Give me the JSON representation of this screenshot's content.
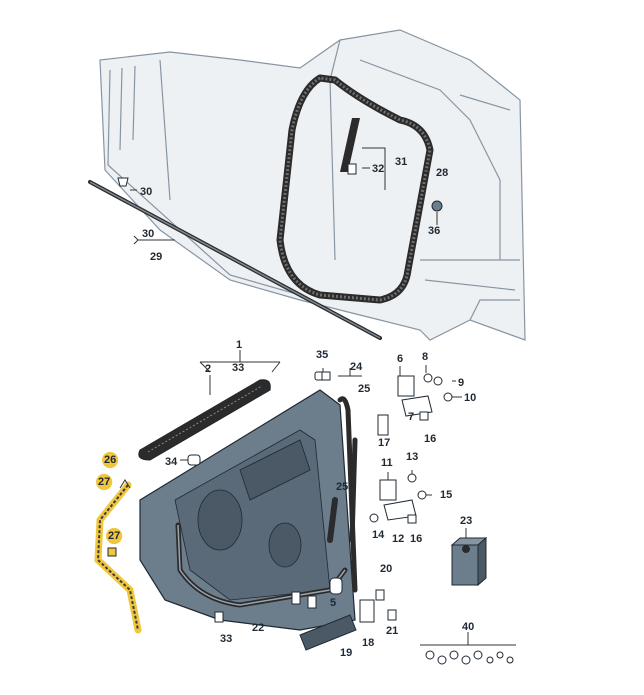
{
  "diagram": {
    "type": "exploded-parts-diagram",
    "highlight_color": "#f0c63c",
    "body_color": "#eef1f4",
    "door_color": "#6c7d8c",
    "seal_color": "#2b2b2b",
    "labels": {
      "l1": "1",
      "l2": "2",
      "l5": "5",
      "l6": "6",
      "l7": "7",
      "l8": "8",
      "l9": "9",
      "l10": "10",
      "l11": "11",
      "l12": "12",
      "l13": "13",
      "l14": "14",
      "l15": "15",
      "l16a": "16",
      "l16b": "16",
      "l17": "17",
      "l18": "18",
      "l19": "19",
      "l20": "20",
      "l21": "21",
      "l22": "22",
      "l23": "23",
      "l24": "24",
      "l25a": "25",
      "l25b": "25",
      "l26": "26",
      "l27a": "27",
      "l27b": "27",
      "l28": "28",
      "l29": "29",
      "l30a": "30",
      "l30b": "30",
      "l31": "31",
      "l32": "32",
      "l33a": "33",
      "l33b": "33",
      "l34": "34",
      "l35": "35",
      "l36": "36",
      "l40": "40"
    },
    "highlighted_labels": [
      "26",
      "27",
      "27"
    ]
  }
}
